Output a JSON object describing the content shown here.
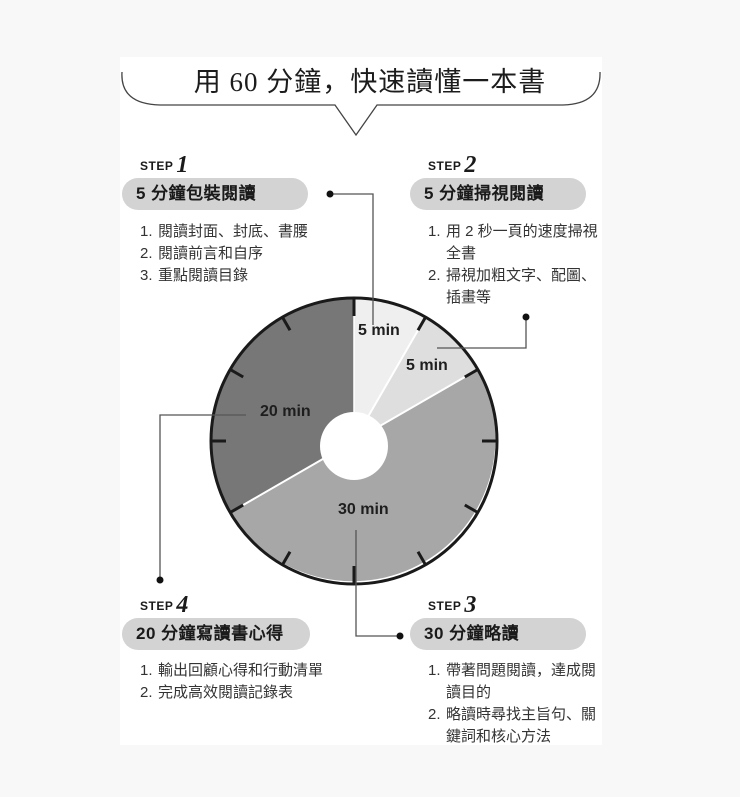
{
  "title": "用 60 分鐘，快速讀懂一本書",
  "steps": [
    {
      "label": "STEP",
      "number": "1",
      "badge": "5 分鐘包裝閱讀",
      "items": [
        {
          "n": "1.",
          "text": "閱讀封面、封底、書腰"
        },
        {
          "n": "2.",
          "text": "閱讀前言和自序"
        },
        {
          "n": "3.",
          "text": "重點閱讀目錄"
        }
      ]
    },
    {
      "label": "STEP",
      "number": "2",
      "badge": "5 分鐘掃視閱讀",
      "items": [
        {
          "n": "1.",
          "text": "用 2 秒一頁的速度掃視全書"
        },
        {
          "n": "2.",
          "text": "掃視加粗文字、配圖、插畫等"
        }
      ]
    },
    {
      "label": "STEP",
      "number": "3",
      "badge": "30 分鐘略讀",
      "items": [
        {
          "n": "1.",
          "text": "帶著問題閱讀，達成閱讀目的"
        },
        {
          "n": "2.",
          "text": "略讀時尋找主旨句、關鍵詞和核心方法"
        }
      ]
    },
    {
      "label": "STEP",
      "number": "4",
      "badge": "20 分鐘寫讀書心得",
      "items": [
        {
          "n": "1.",
          "text": "輸出回顧心得和行動清單"
        },
        {
          "n": "2.",
          "text": "完成高效閱讀記錄表"
        }
      ]
    }
  ],
  "clock": {
    "total_minutes": 60,
    "segments": [
      {
        "label": "5 min",
        "minutes": 5,
        "color": "#efefef",
        "step": 1
      },
      {
        "label": "5 min",
        "minutes": 5,
        "color": "#dedede",
        "step": 2
      },
      {
        "label": "30 min",
        "minutes": 30,
        "color": "#a7a7a7",
        "step": 3
      },
      {
        "label": "20 min",
        "minutes": 20,
        "color": "#777777",
        "step": 4
      }
    ]
  },
  "colors": {
    "badge": "#d3d3d3",
    "outline": "#1a1a1a",
    "connector": "#555555",
    "page_bg": "#f8f8f8"
  }
}
